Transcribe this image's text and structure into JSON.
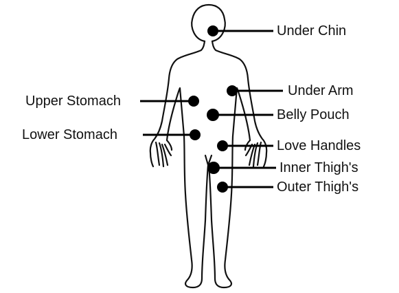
{
  "colors": {
    "outline": "#111111",
    "marker": "#000000",
    "text": "#111111",
    "background": "#ffffff"
  },
  "labels": {
    "under_chin": "Under Chin",
    "upper_stomach": "Upper Stomach",
    "under_arm": "Under Arm",
    "belly_pouch": "Belly Pouch",
    "lower_stomach": "Lower Stomach",
    "love_handles": "Love Handles",
    "inner_thighs": "Inner Thigh's",
    "outer_thighs": "Outer Thigh's"
  }
}
